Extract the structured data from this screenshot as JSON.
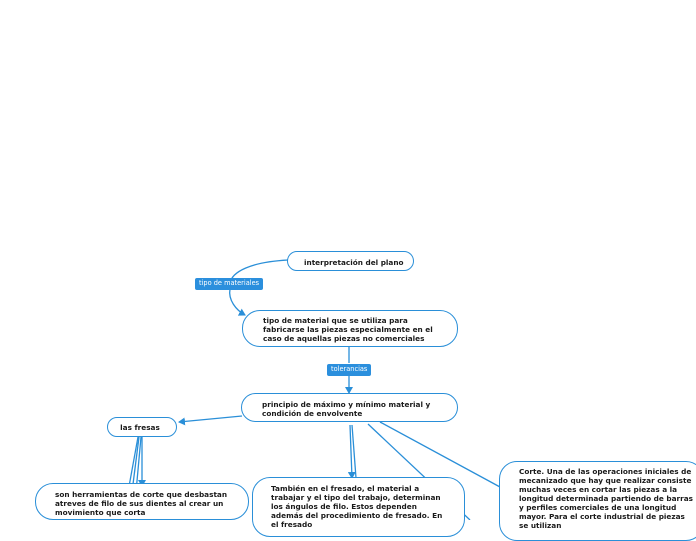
{
  "colors": {
    "line": "#2a8fd8",
    "node_border": "#2a8fd8",
    "label_bg": "#2b8fdd",
    "label_text": "#ffffff",
    "node_text": "#1a1a1a"
  },
  "nodes": {
    "interpretacion": {
      "text": "interpretación del plano"
    },
    "tipo_material": {
      "text": "tipo de material que se utiliza para fabricarse las piezas especialmente en el caso de aquellas piezas no comerciales"
    },
    "principio": {
      "text": "principio de máximo y mínimo material y condición de envolvente"
    },
    "fresas": {
      "text": "las fresas"
    },
    "herramientas": {
      "text": "son herramientas de corte que desbastan atreves de filo de sus dientes al crear un movimiento que corta"
    },
    "fresado": {
      "text": "También en el fresado, el material a trabajar y el tipo del trabajo, determinan los ángulos de filo. Estos dependen además del procedimiento de fresado. En el fresado"
    },
    "corte": {
      "text": "Corte. Una de las operaciones iniciales de mecanizado que hay que realizar consiste muchas veces en cortar las piezas a la longitud determinada partiendo de barras y perfiles comerciales de una longitud mayor. Para el corte industrial de piezas se utilizan"
    }
  },
  "labels": {
    "tipo_materiales": "tipo de materiales",
    "tolerancias": "tolerancias"
  }
}
